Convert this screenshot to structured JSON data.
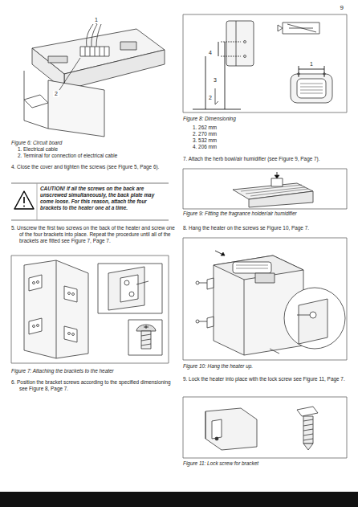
{
  "diagram": {
    "labels": [
      "9",
      "1",
      "2",
      "Figure 6: Circuit board",
      "1. Electrical cable",
      "2. Terminal for connection of electrical cable",
      "4. Close the cover and tighten the screws (see Figure 5, Page 6).",
      "CAUTION! If all the screws on the back are unscrewed simultaneously, the back plate may come loose. For this reason, attach the four brackets to the heater one at a time.",
      "5. Unscrew the first two screws on the back of the heater and screw one of the four brackets into place. Repeat the procedure until all of the brackets are fitted see Figure 7, Page 7.",
      "Figure 7: Attaching the brackets to the heater",
      "6. Position the bracket screws according to the specified dimensioning see Figure 8, Page 7.",
      "4",
      "3",
      "2",
      "1",
      "Figure 8: Dimensioning",
      "1. 262 mm",
      "2. 270 mm",
      "3. 532 mm",
      "4. 206 mm",
      "7. Attach the herb bowl/air humidifier (see Figure 9, Page 7).",
      "Figure 9: Fitting the fragrance holder/air humidifier",
      "8. Hang the heater on the screws se Figure 10, Page 7.",
      "Figure 10: Hang the heater up.",
      "9. Lock the heater into place with the lock screw see Figure 11, Page 7.",
      "Figure 11: Lock screw for bracket"
    ]
  }
}
